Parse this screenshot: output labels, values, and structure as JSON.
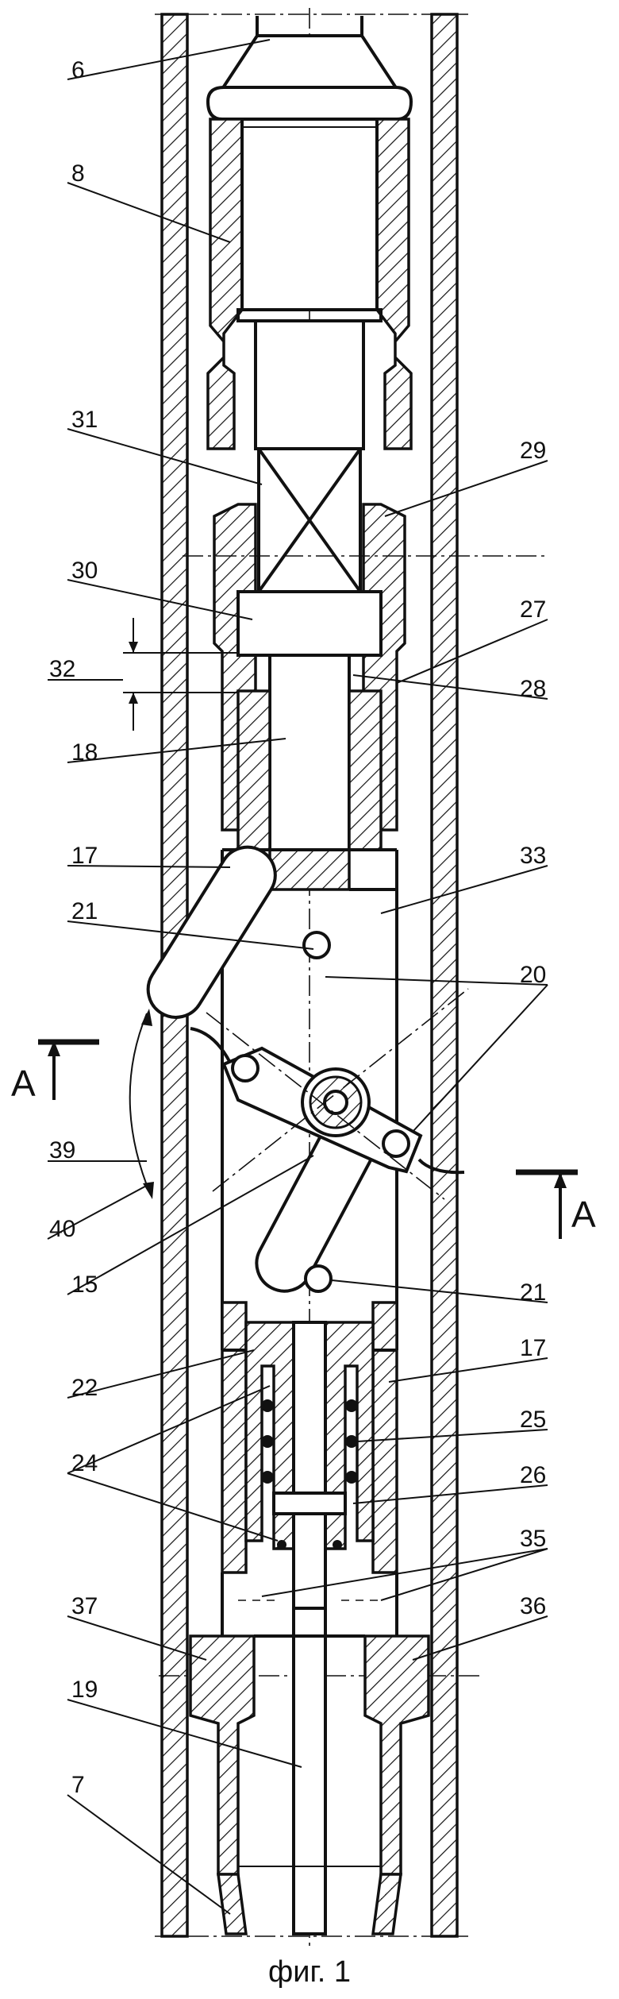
{
  "figure": {
    "caption": "фиг. 1",
    "section_marker": "A",
    "labels": {
      "l6": "6",
      "l8": "8",
      "l31": "31",
      "l29": "29",
      "l30": "30",
      "l27": "27",
      "l32": "32",
      "l28": "28",
      "l18": "18",
      "l17a": "17",
      "l33": "33",
      "l21a": "21",
      "l20": "20",
      "l39": "39",
      "l40": "40",
      "l15": "15",
      "l21b": "21",
      "l22": "22",
      "l17b": "17",
      "l25": "25",
      "l24": "24",
      "l26": "26",
      "l35": "35",
      "l37": "37",
      "l36": "36",
      "l19": "19",
      "l7": "7"
    }
  }
}
